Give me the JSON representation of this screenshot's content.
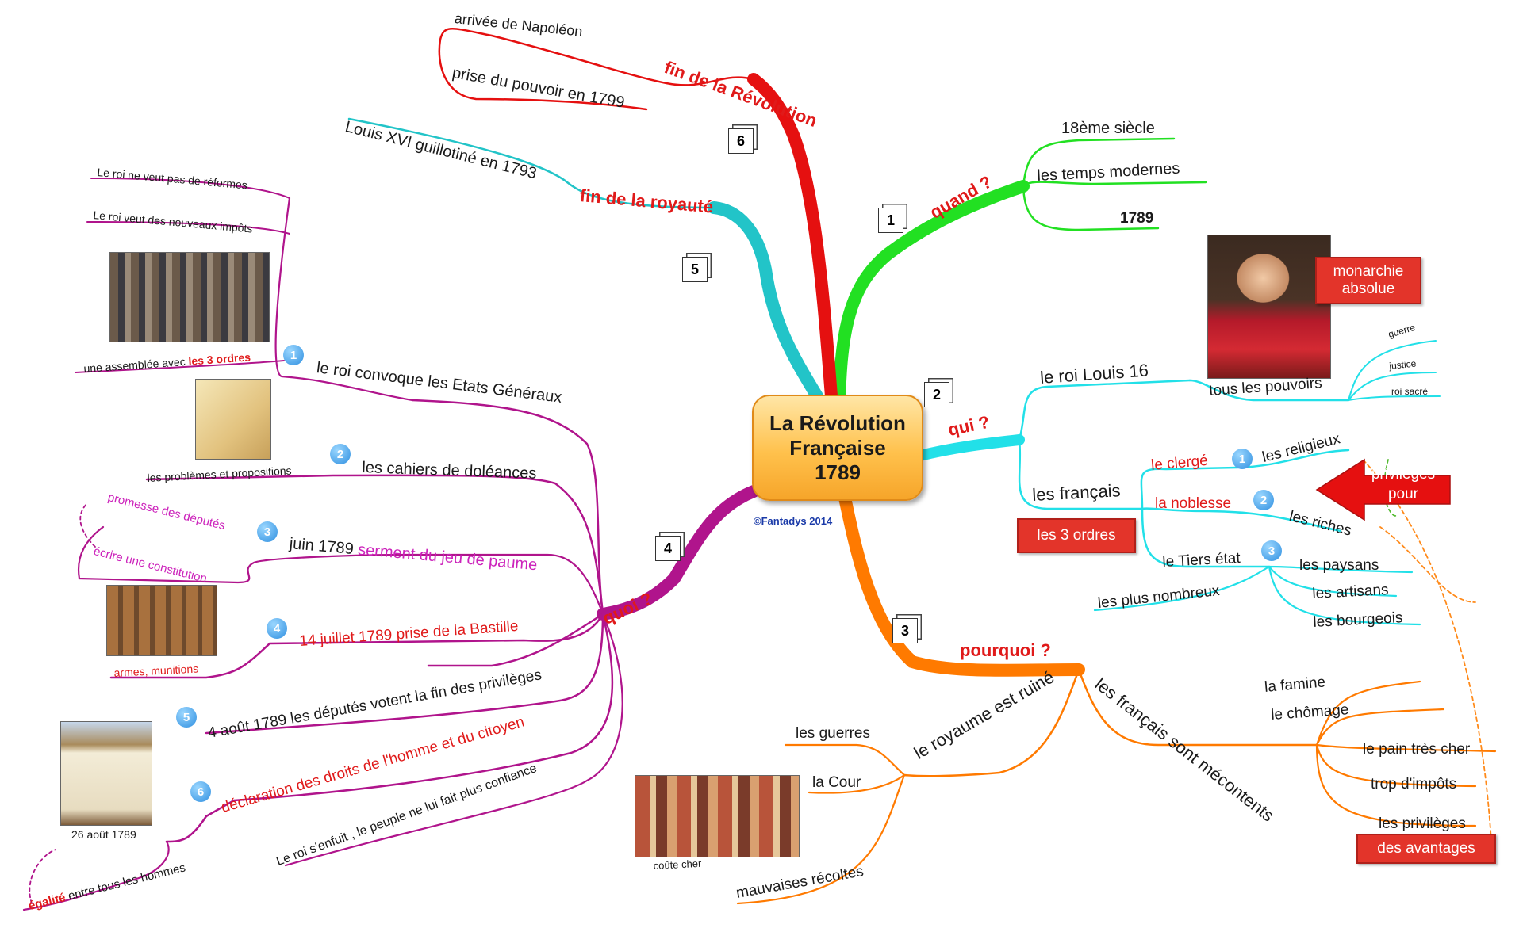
{
  "center": {
    "line1": "La Révolution",
    "line2": "Française",
    "line3": "1789",
    "copyright": "©Fantadys 2014"
  },
  "colors": {
    "quand": "#22e022",
    "qui": "#22e0e8",
    "pourquoi": "#ff7a00",
    "quoi": "#b0148c",
    "royaute": "#22c4c8",
    "revolution": "#e51010"
  },
  "branch_numbers": [
    "1",
    "2",
    "3",
    "4",
    "5",
    "6"
  ],
  "quand": {
    "label": "quand ?",
    "items": [
      "18ème siècle",
      "les temps modernes",
      "1789"
    ]
  },
  "qui": {
    "label": "qui ?",
    "roi": "le roi Louis 16",
    "monarchie": "monarchie absolue",
    "pouvoirs": "tous les pouvoirs",
    "pouvoirs_items": [
      "guerre",
      "justice",
      "roi sacré"
    ],
    "francais": "les français",
    "trois_ordres": "les 3 ordres",
    "clerge": "le clergé",
    "religieux": "les religieux",
    "noblesse": "la noblesse",
    "riches": "les riches",
    "tiers": "le Tiers état",
    "paysans": "les paysans",
    "artisans": "les artisans",
    "bourgeois": "les bourgeois",
    "plus_nombreux": "les plus nombreux",
    "privileges_pour": "privilèges pour",
    "order_numbers": [
      "1",
      "2",
      "3"
    ]
  },
  "pourquoi": {
    "label": "pourquoi ?",
    "royaume": "le royaume est ruiné",
    "guerres": "les guerres",
    "cour": "la Cour",
    "coute": "coûte cher",
    "recoltes": "mauvaises récoltes",
    "mecontents": "les français sont mécontents",
    "causes": [
      "la famine",
      "le chômage",
      "le pain très cher",
      "trop d'impôts",
      "les privilèges"
    ],
    "avantages": "des avantages"
  },
  "quoi": {
    "label": "quoi ?",
    "events": [
      {
        "n": "1",
        "text": "le roi convoque les Etats Généraux"
      },
      {
        "n": "2",
        "text": "les cahiers de doléances"
      },
      {
        "n": "3",
        "prefix": "juin 1789 ",
        "text": "serment du jeu de paume"
      },
      {
        "n": "4",
        "text": "14 juillet 1789 prise de la Bastille"
      },
      {
        "n": "5",
        "text": "4 août 1789 les députés votent la fin des privilèges"
      },
      {
        "n": "6",
        "text": "déclaration des droits de l'homme et du citoyen"
      }
    ],
    "refus": "Le roi ne veut pas de réformes",
    "impots": "Le roi veut des nouveaux impôts",
    "assemblee": "une assemblée avec ",
    "ordres": "les 3 ordres",
    "problemes": "les problèmes et propositions",
    "promesse": "promesse des députés",
    "constitution": "écrire une constitution",
    "armes": "armes, munitions",
    "date_ddhc": "26 août 1789",
    "egalite": "égalité",
    "egalite_rest": " entre tous les hommes",
    "fuite": "Le roi s'enfuit , le peuple ne lui fait plus confiance"
  },
  "royaute": {
    "label": "fin de la royauté",
    "item": "Louis XVI guillotiné en 1793"
  },
  "revolution": {
    "label": "fin de la Révolution",
    "napoleon": "arrivée de Napoléon",
    "prise": "prise du pouvoir en 1799"
  }
}
